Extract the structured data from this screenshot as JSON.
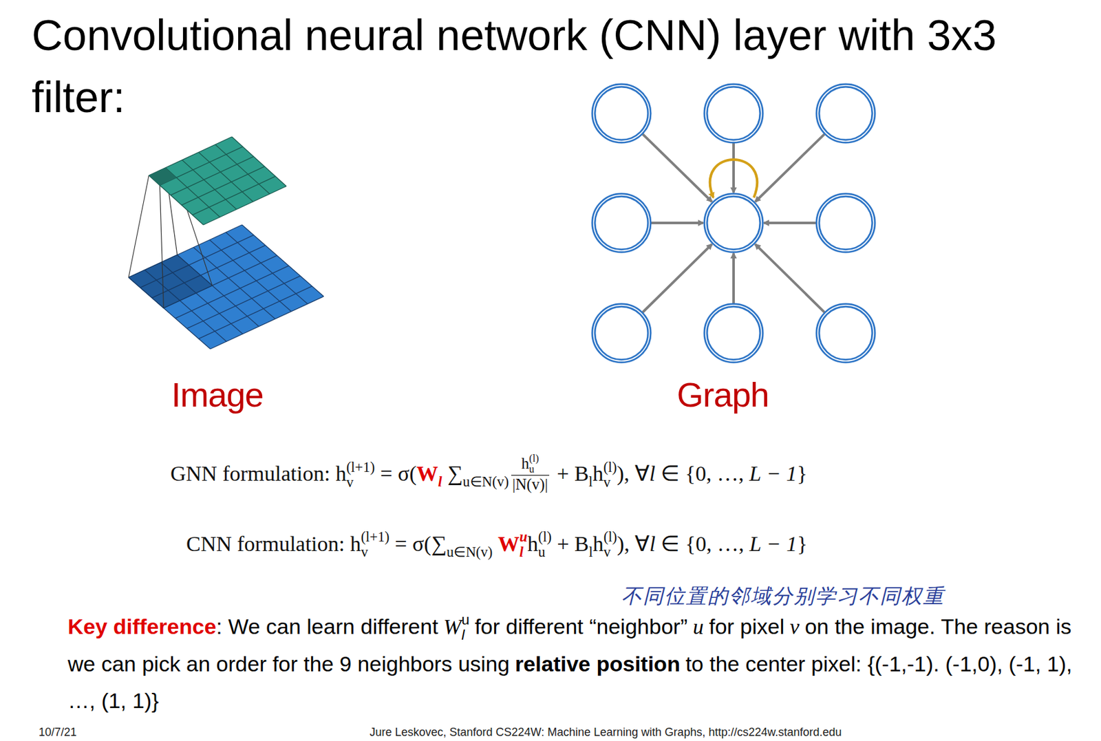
{
  "diagram": {
    "title": "Convolutional neural network (CNN) layer with 3x3 filter:",
    "labels": [
      "Image",
      "Graph",
      "GNN formulation: h",
      "(l+1)",
      "v",
      "= σ(",
      "W",
      "l",
      "∑",
      "u∈N(v)",
      "h",
      "(l)",
      "u",
      "|N(v)|",
      "+ B",
      "l",
      "h",
      "(l)",
      "v",
      "), ∀",
      "l",
      "∈ {0, …,",
      "L − 1",
      "}",
      "CNN formulation: h",
      "(l+1)",
      "v",
      "= σ(∑",
      "u∈N(v)",
      "W",
      "u",
      "l",
      "h",
      "(l)",
      "u",
      "+ B",
      "l",
      "h",
      "(l)",
      "v",
      "), ∀",
      "l",
      "∈ {0, …,",
      "L − 1",
      "}",
      "不同位置的邻域分别学习不同权重",
      "Key difference",
      ": We can learn different",
      "W",
      "u",
      "l",
      "for different “neighbor”",
      "u",
      "for pixel",
      "v",
      "on the image. The reason is we can pick an order for the 9 neighbors using",
      "relative position",
      "to the center pixel: {(-1,-1). (-1,0), (-1, 1), …, (1, 1)}",
      "10/7/21",
      "Jure Leskovec, Stanford CS224W: Machine Learning with Graphs, http://cs224w.stanford.edu"
    ]
  }
}
